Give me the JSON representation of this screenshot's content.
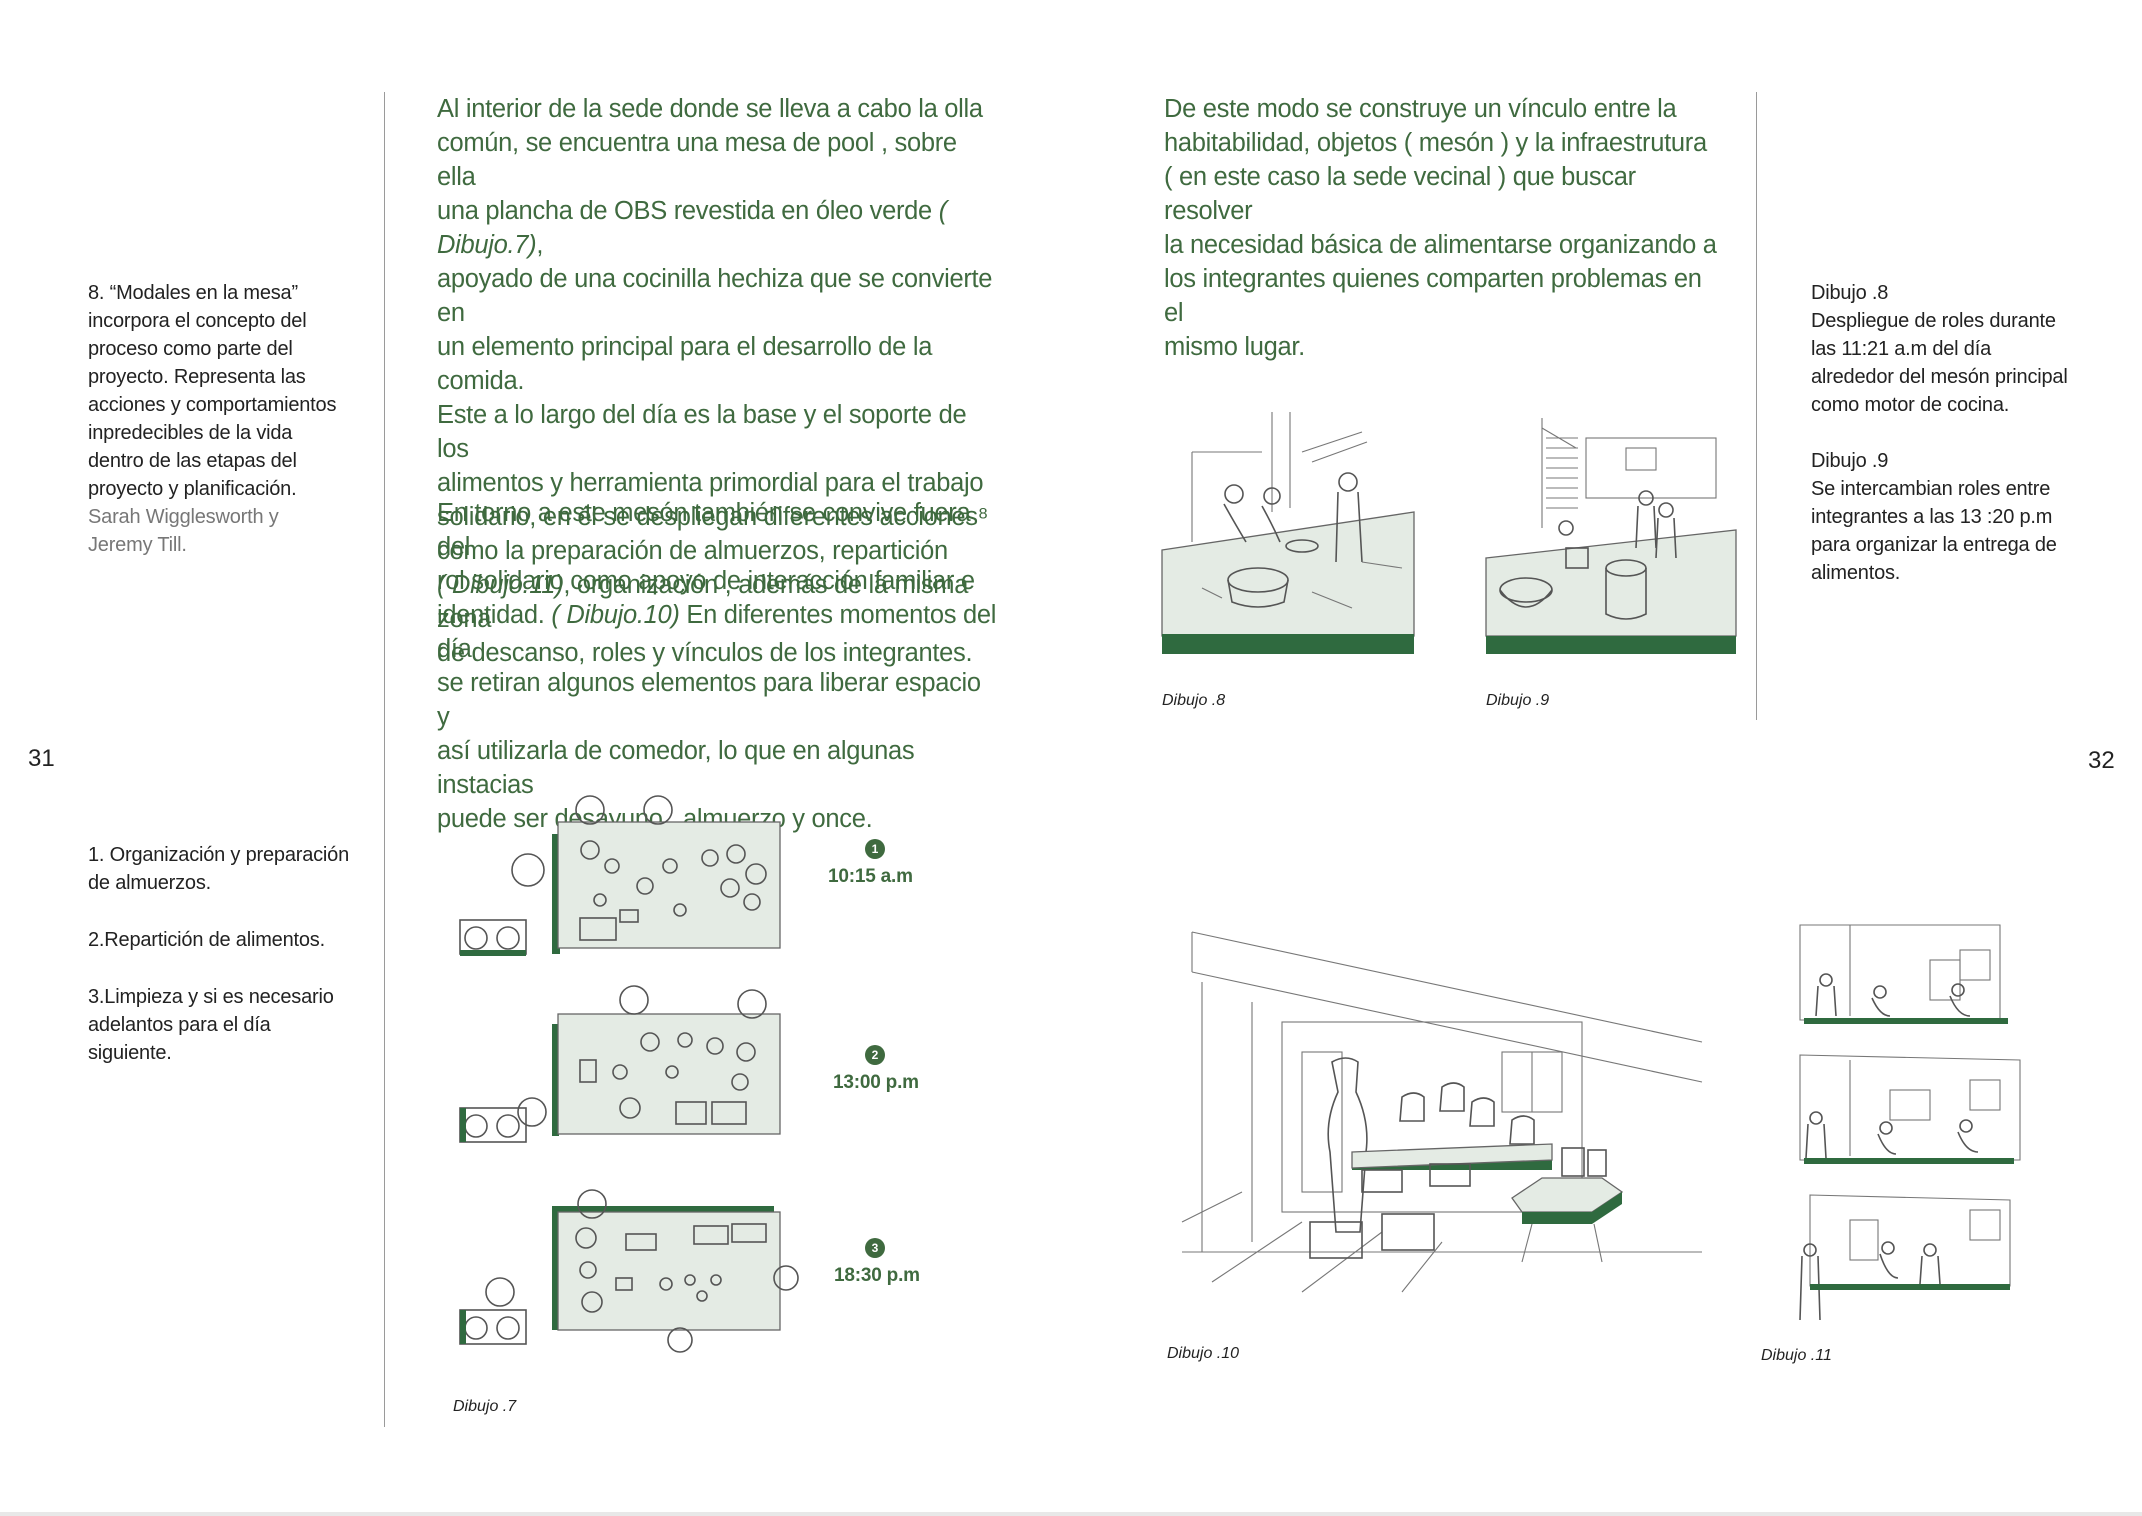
{
  "pages": {
    "left_number": "31",
    "right_number": "32"
  },
  "colors": {
    "accent_green": "#3f6a3f",
    "table_fill": "#e4ebe4",
    "table_edge": "#2f6a3f"
  },
  "side_note": {
    "lines": [
      "8. “Modales en la mesa”",
      "incorpora el concepto del",
      "proceso como parte del",
      "proyecto. Representa las",
      "acciones y comportamientos",
      "inpredecibles de la vida",
      "dentro de las etapas del",
      "proyecto y planificación."
    ],
    "author_lines": [
      "Sarah Wigglesworth y",
      "Jeremy Till."
    ]
  },
  "body_left": {
    "p1": [
      {
        "segments": [
          {
            "t": "Al interior de la  sede donde se lleva a cabo la olla"
          }
        ]
      },
      {
        "segments": [
          {
            "t": "común, se encuentra una mesa de pool , sobre ella"
          }
        ]
      },
      {
        "segments": [
          {
            "t": "una plancha de OBS revestida en óleo verde "
          },
          {
            "t": "( Dibujo.7)",
            "i": true
          },
          {
            "t": ","
          }
        ]
      },
      {
        "segments": [
          {
            "t": "apoyado de una cocinilla hechiza  que se convierte en"
          }
        ]
      },
      {
        "segments": [
          {
            "t": "un elemento principal para el desarrollo de la comida."
          }
        ]
      },
      {
        "segments": [
          {
            "t": "Este a lo largo del día es la  base y el  soporte de los"
          }
        ]
      },
      {
        "segments": [
          {
            "t": "alimentos y herramienta primordial para el trabajo"
          }
        ]
      },
      {
        "segments": [
          {
            "t": "solidario, en él se despliegan diferentes acciones⁸"
          }
        ]
      },
      {
        "segments": [
          {
            "t": "como la preparación de almuerzos, repartición"
          }
        ]
      },
      {
        "segments": [
          {
            "t": "( Dibujo.11)",
            "i": true
          },
          {
            "t": ", organización , además de la misma zona"
          }
        ]
      },
      {
        "segments": [
          {
            "t": "de descanso, roles y vínculos de los integrantes."
          }
        ]
      }
    ],
    "p2": [
      {
        "segments": [
          {
            "t": "En torno a este mesón también se convive fuera del"
          }
        ]
      },
      {
        "segments": [
          {
            "t": "rol solidario como apoyo de interacción familiar e"
          }
        ]
      },
      {
        "segments": [
          {
            "t": "identidad. "
          },
          {
            "t": "( Dibujo.10)",
            "i": true
          },
          {
            "t": " En diferentes momentos del día"
          }
        ]
      },
      {
        "segments": [
          {
            "t": "se retiran algunos elementos para liberar espacio y"
          }
        ]
      },
      {
        "segments": [
          {
            "t": "así utilizarla de comedor,  lo que en algunas instacias"
          }
        ]
      },
      {
        "segments": [
          {
            "t": "puede ser desayuno , almuerzo y once."
          }
        ]
      }
    ]
  },
  "body_right": {
    "lines": [
      "De este modo se construye un vínculo entre la",
      "habitabilidad, objetos ( mesón )  y la infraestrutura",
      "( en este caso la sede vecinal ) que buscar resolver",
      "la necesidad básica de  alimentarse organizando a",
      "los integrantes quienes comparten problemas en el",
      "mismo lugar."
    ]
  },
  "captions_right": {
    "d8_title": "Dibujo .8",
    "d8_lines": [
      "Despliegue de roles durante",
      "las 11:21 a.m del día",
      "alrededor del mesón principal",
      "como motor de cocina."
    ],
    "d9_title": "Dibujo .9",
    "d9_lines": [
      "Se intercambian roles entre",
      "integrantes a las 13 :20 p.m",
      "para organizar la entrega de",
      "alimentos."
    ]
  },
  "steps": {
    "s1": [
      "1. Organización y preparación",
      "de almuerzos."
    ],
    "s2": [
      "2.Repartición de alimentos."
    ],
    "s3": [
      "3.Limpieza y si es necesario",
      "adelantos para el día",
      "siguiente."
    ]
  },
  "timeline": [
    {
      "num": "1",
      "time": "10:15 a.m"
    },
    {
      "num": "2",
      "time": "13:00 p.m"
    },
    {
      "num": "3",
      "time": "18:30 p.m"
    }
  ],
  "figure_labels": {
    "d7": "Dibujo .7",
    "d8": "Dibujo .8",
    "d9": "Dibujo .9",
    "d10": "Dibujo .10",
    "d11": "Dibujo .11"
  }
}
